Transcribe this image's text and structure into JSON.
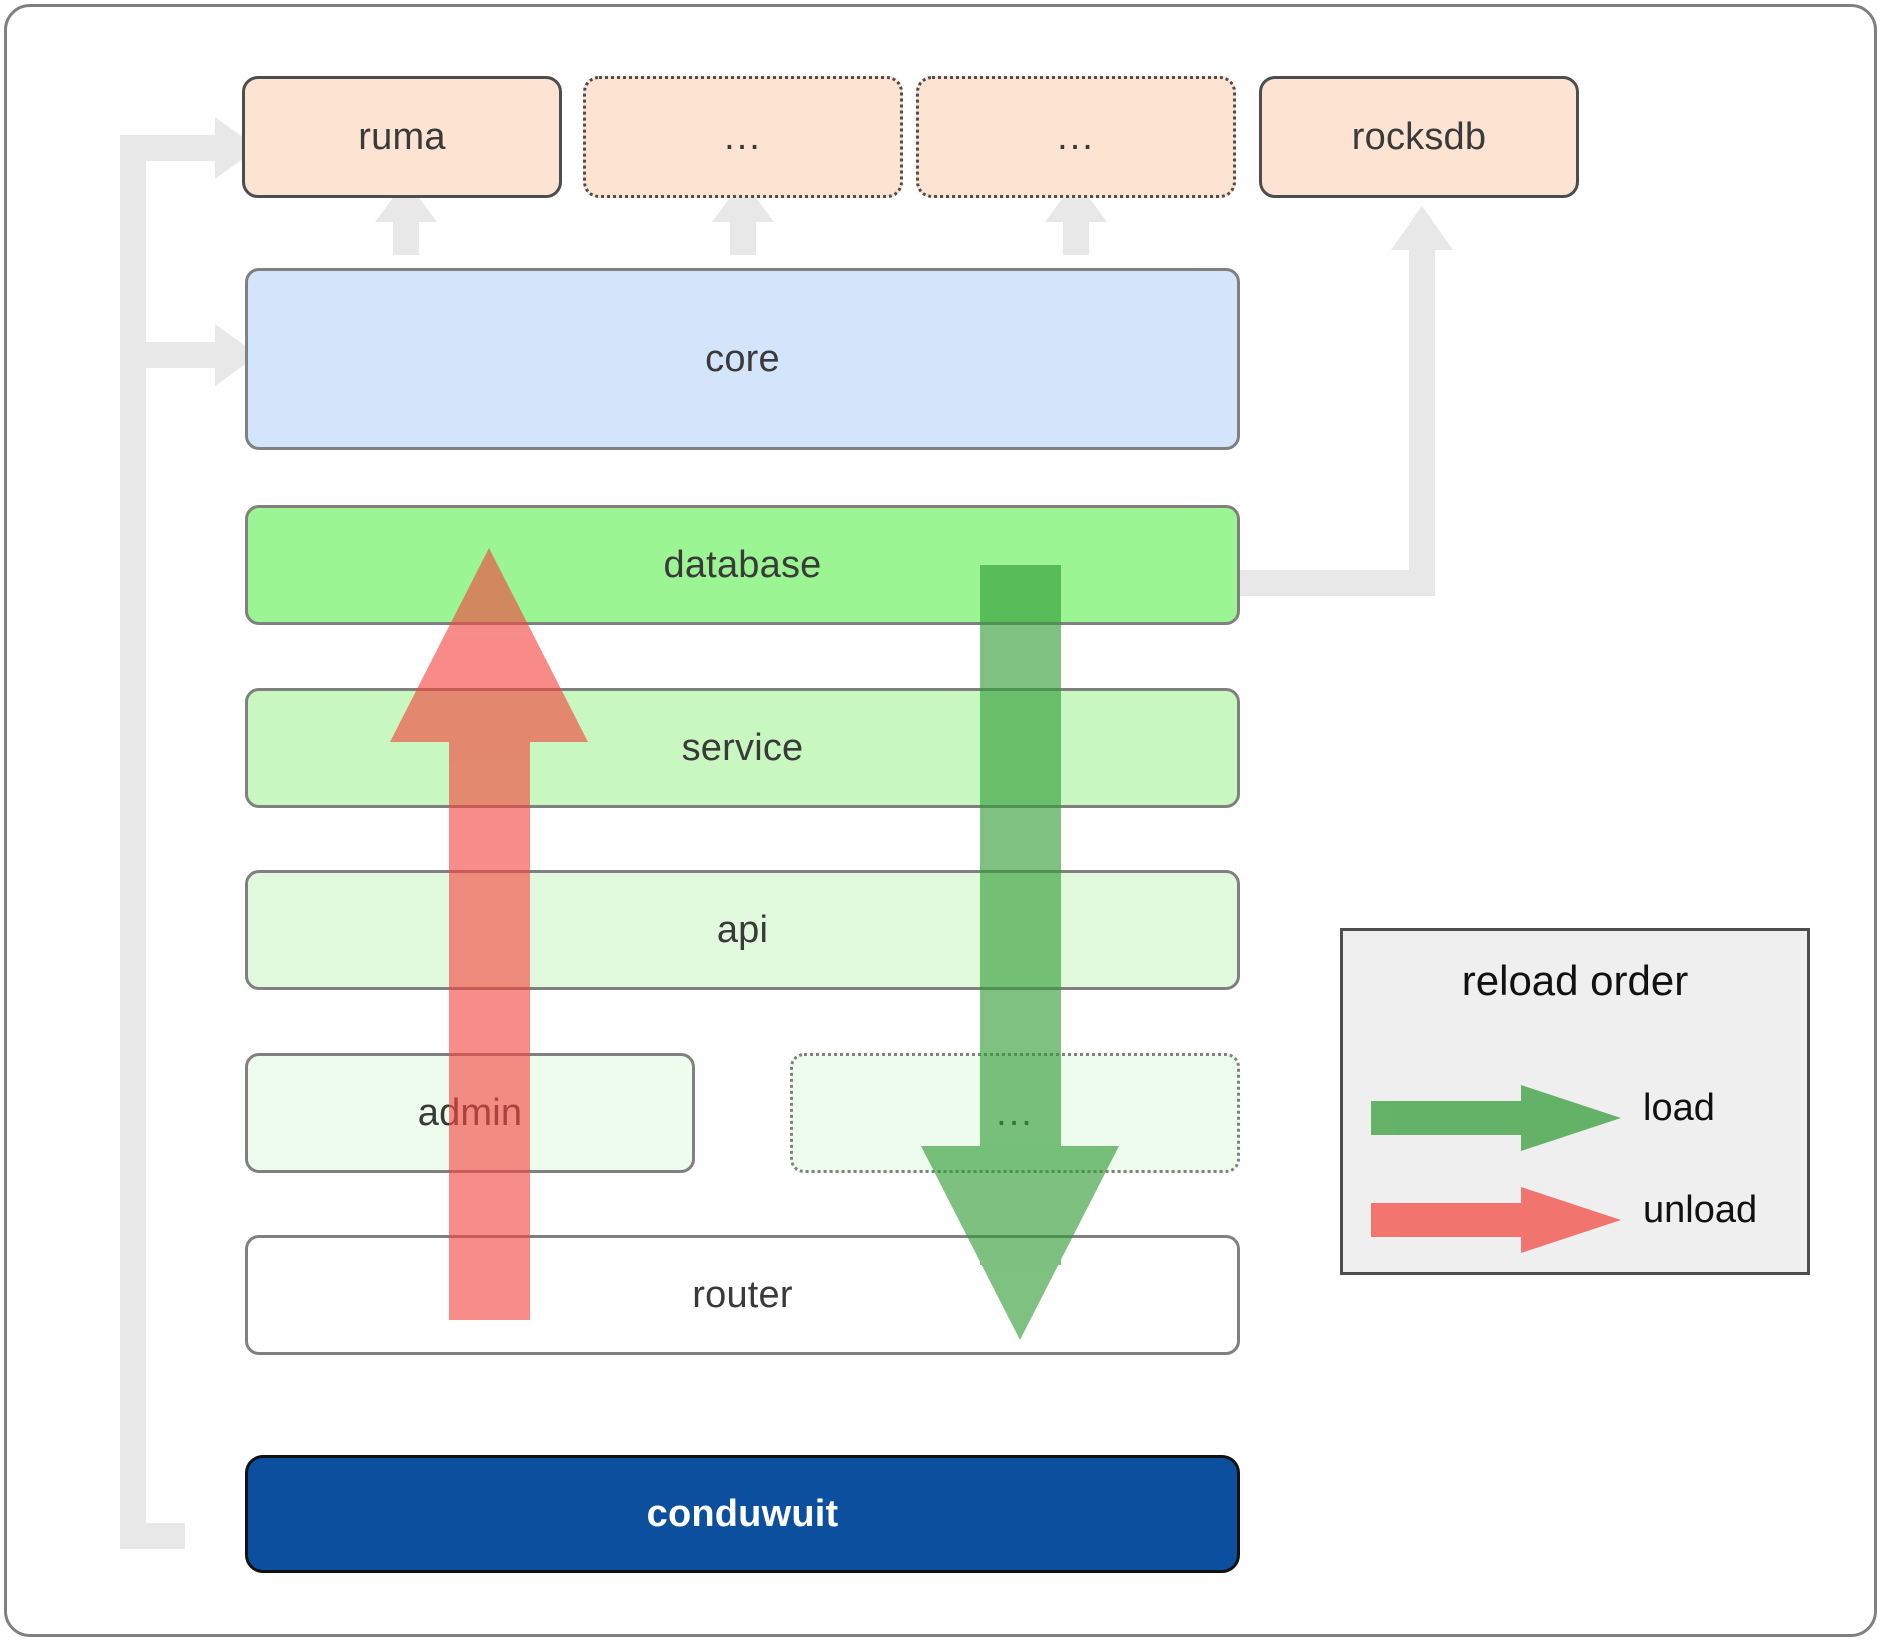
{
  "diagram": {
    "title": "conduwuit crate dependency and reload order",
    "colors": {
      "dependency_fill": "#fde3d1",
      "dependency_stroke": "#4d4d4d",
      "core_fill": "#d4e5fb",
      "database_fill": "#9cf593",
      "service_fill": "#c8f7c0",
      "api_fill": "#e1fadd",
      "admin_fill": "#eefced",
      "router_fill": "#ffffff",
      "root_fill": "#0b4f9e",
      "root_text": "#ffffff",
      "node_stroke": "#808080",
      "connector": "#e8e8e8",
      "load_arrow": "#4caf50",
      "unload_arrow": "#f9827f",
      "legend_bg": "#efefef"
    },
    "dependencies": [
      {
        "id": "ruma",
        "label": "ruma",
        "style": "solid"
      },
      {
        "id": "dep-2",
        "label": "...",
        "style": "dotted"
      },
      {
        "id": "dep-3",
        "label": "...",
        "style": "dotted"
      },
      {
        "id": "rocksdb",
        "label": "rocksdb",
        "style": "solid"
      }
    ],
    "crates": [
      {
        "id": "core",
        "label": "core"
      },
      {
        "id": "database",
        "label": "database"
      },
      {
        "id": "service",
        "label": "service"
      },
      {
        "id": "api",
        "label": "api"
      },
      {
        "id": "admin",
        "label": "admin"
      },
      {
        "id": "extra",
        "label": "...",
        "style": "dotted"
      },
      {
        "id": "router",
        "label": "router"
      }
    ],
    "root": {
      "id": "conduwuit",
      "label": "conduwuit"
    },
    "legend": {
      "title": "reload order",
      "entries": [
        {
          "id": "load",
          "label": "load",
          "color": "#4caf50",
          "direction": "down"
        },
        {
          "id": "unload",
          "label": "unload",
          "color": "#f9827f",
          "direction": "up"
        }
      ]
    }
  }
}
